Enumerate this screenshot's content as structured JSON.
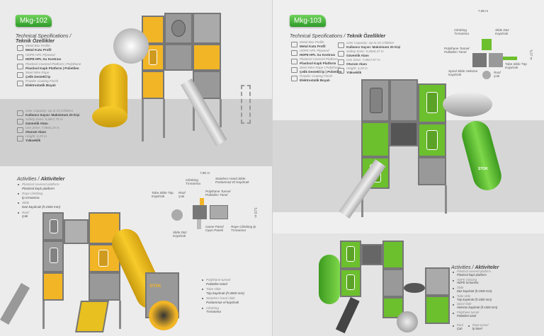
{
  "left": {
    "badge": "Mkg-102",
    "spec_title": "Technical Specifications /",
    "spec_title_tr": "Teknik Özellikler",
    "specs": [
      {
        "en": "Metal Box Profile",
        "tr": "Metal Kutu Profil"
      },
      {
        "en": "HDPE HPL Plywood",
        "tr": "HDPE HPL Su Kontrası"
      },
      {
        "en": "Plastisol Covered Platform | Polythane",
        "tr": "Plastisol Kaplı Platform | Polietilen"
      },
      {
        "en": "Steel Wire Rope",
        "tr": "Çelik Destekli İp"
      },
      {
        "en": "Powder Coating Finish",
        "tr": "Elektrostatik Boyalı"
      }
    ],
    "stats": [
      {
        "en": "User Capacity: Up to 20 Children",
        "tr": "Kullanıcı Sayısı: Maksimum 20 Kişi"
      },
      {
        "en": "Safety Zone: 9,48x7,75 m",
        "tr": "Güvenlik Alanı"
      },
      {
        "en": "Use Zone: 7,98x6,25 m",
        "tr": "Oturum Alanı"
      },
      {
        "en": "Height: 4,29 m",
        "tr": "Yükseklik"
      }
    ],
    "activities_title": "Activities / ",
    "activities_title_tr": "Aktiviteler",
    "activities": [
      {
        "en": "Plastisol covered platform",
        "tr": "Plastisol kaplı platform"
      },
      {
        "en": "Rope climbing",
        "tr": "İp tırmanma"
      },
      {
        "en": "Slide",
        "tr": "Düz kaydırak (h:1500 mm)"
      },
      {
        "en": "Roof",
        "tr": "Çatı"
      }
    ],
    "activities2": [
      {
        "en": "Polythane tunnel",
        "tr": "Polietilen tünel"
      },
      {
        "en": "Tube slide",
        "tr": "Tüp kaydırak (h:3000 mm)"
      },
      {
        "en": "Stainless hand slide",
        "tr": "Paslanmaz el kaydırak"
      },
      {
        "en": "Climbing",
        "tr": "Tırmanma"
      }
    ],
    "diagram": {
      "width": "7,86 m",
      "depth": "5,23 m",
      "labels": [
        "Climbing Tırmanma",
        "Tube Slide Tüp Kaydırak",
        "Roof Çatı",
        "Polythane Tunnel Polietilen Tünel",
        "Stainless Hand Slide Paslanmaz El Kaydırak",
        "Slide Düz Kaydırak",
        "Game Panel Oyun Paneli",
        "Rope Climbing İp Tırmanma"
      ]
    },
    "logo": "STOK"
  },
  "right": {
    "badge": "Mkg-103",
    "spec_title": "Technical Specifications / ",
    "spec_title_tr": "Teknik Özellikler",
    "specs": [
      {
        "en": "Metal Box Profile",
        "tr": "Metal Kutu Profil"
      },
      {
        "en": "HDPE HPL Plywood",
        "tr": "HDPE HPL Su Kontrası"
      },
      {
        "en": "Plastisol Covered Platform",
        "tr": "Plastisol Kaplı Platform"
      },
      {
        "en": "Steel Wire Rope | Polythane",
        "tr": "Çelik Destekli İp | Polietilen"
      },
      {
        "en": "Powder Coating Finish",
        "tr": "Elektrostatik Boyalı"
      }
    ],
    "stats": [
      {
        "en": "User Capacity: Up to 20 Children",
        "tr": "Kullanıcı Sayısı: Maksimum 20 Kişi"
      },
      {
        "en": "Safety Zone: 9,48x8,37 m",
        "tr": "Güvenlik Alanı"
      },
      {
        "en": "Use Zone: 7,98x7,87 m",
        "tr": "Oturum Alanı"
      },
      {
        "en": "Height: 4,29 m",
        "tr": "Yükseklik"
      }
    ],
    "activities_title": "Activities / ",
    "activities_title_tr": "Aktiviteler",
    "activities": [
      {
        "en": "Plastisol covered platform",
        "tr": "Plastisol kaplı platform"
      },
      {
        "en": "HDPE climbing",
        "tr": "HDPE tırmanma"
      },
      {
        "en": "Slide",
        "tr": "Düz kaydırak (h:1500 mm)"
      },
      {
        "en": "Tube slide",
        "tr": "Tüp kaydırak (h:1000 mm)"
      },
      {
        "en": "Spiral slide",
        "tr": "Helezon kaydırak (h:1500 mm)"
      },
      {
        "en": "Polythane tunnel",
        "tr": "Polietilen tünel"
      },
      {
        "en": "Roof",
        "tr": "Çatı"
      },
      {
        "en": "Rope tunnel",
        "tr": "İp tünel"
      }
    ],
    "diagram": {
      "width": "7,98 m",
      "depth": "5,37 m",
      "labels": [
        "Climbing Tırmanma",
        "Slide Düz Kaydırak",
        "Polythane Tunnel Polietilen Tünel",
        "Tube Slide Tüp Kaydırak",
        "Spiral Slide Helezon Kaydırak",
        "Roof Çatı"
      ]
    },
    "logo": "STOK"
  }
}
